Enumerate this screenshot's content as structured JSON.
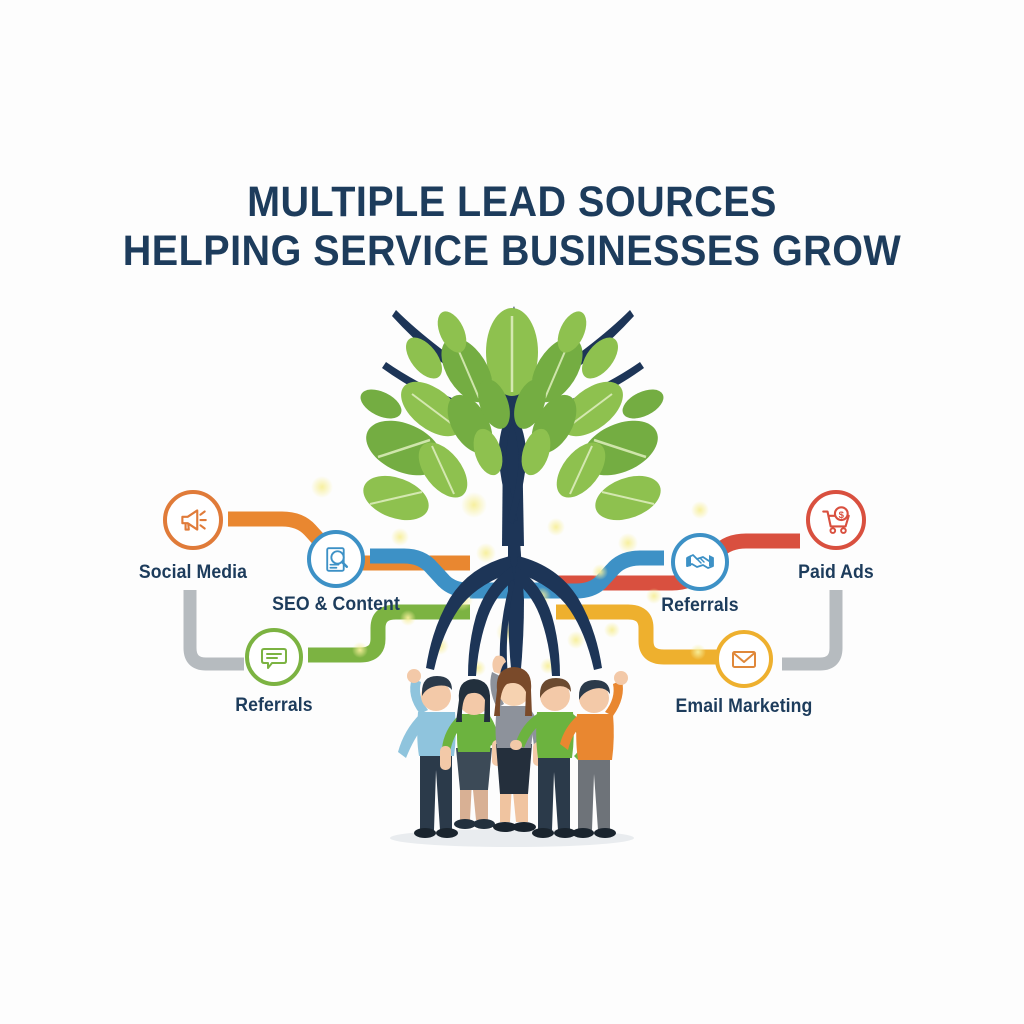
{
  "page": {
    "background_color": "#fdfdfd",
    "title_color": "#1d3c5c",
    "label_color": "#1d3c5c"
  },
  "title": {
    "line1": "MULTIPLE LEAD SOURCES",
    "line2": "HELPING SERVICE BUSINESSES GROW"
  },
  "central_graphic": {
    "name": "growth-tree",
    "trunk_color": "#1d3557",
    "leaf_color_light": "#8ec14f",
    "leaf_color_dark": "#74ad42",
    "glow_color": "#f5e9a8"
  },
  "people_group": {
    "name": "celebrating-team",
    "count": 5,
    "shirt_colors": [
      "#8fc4dd",
      "#6cb33f",
      "#8d929b",
      "#6cb33f",
      "#e98730"
    ],
    "skin_color": "#f3c9a8",
    "hair_colors": [
      "#2b3a4a",
      "#22303d",
      "#7a4a2a",
      "#6b4a30",
      "#2b3a4a"
    ],
    "pants_colors": [
      "#2b3a4a",
      "#3c4a57",
      "#242f3c",
      "#2b3a4a",
      "#6e7379"
    ]
  },
  "connectors": [
    {
      "name": "orange-ribbon",
      "color": "#e98730",
      "from": "social-media",
      "to": "tree-roots"
    },
    {
      "name": "blue-ribbon",
      "color": "#3d91c6",
      "from": "seo-content",
      "to": "tree-roots"
    },
    {
      "name": "red-ribbon",
      "color": "#d9503f",
      "from": "paid-ads",
      "to": "tree-roots"
    },
    {
      "name": "blue-ribbon-right",
      "color": "#3d91c6",
      "from": "referrals-right",
      "to": "tree-roots"
    },
    {
      "name": "green-ribbon",
      "color": "#7cb342",
      "from": "referrals-left",
      "to": "tree-roots"
    },
    {
      "name": "yellow-ribbon",
      "color": "#eeb02e",
      "from": "email-marketing",
      "to": "tree-roots"
    },
    {
      "name": "gray-connector-left",
      "color": "#b6bbbf",
      "from": "social-media",
      "to": "referrals-left"
    },
    {
      "name": "gray-connector-right",
      "color": "#b6bbbf",
      "from": "paid-ads",
      "to": "email-marketing"
    }
  ],
  "nodes": [
    {
      "id": "social-media",
      "label": "Social Media",
      "icon": "megaphone-icon",
      "color": "#e07b39",
      "row": "upper",
      "side": "left"
    },
    {
      "id": "seo-content",
      "label": "SEO & Content",
      "icon": "document-search-icon",
      "color": "#3d91c6",
      "row": "upper",
      "side": "left"
    },
    {
      "id": "referrals-right",
      "label": "Referrals",
      "icon": "handshake-icon",
      "color": "#3d91c6",
      "row": "upper",
      "side": "right"
    },
    {
      "id": "paid-ads",
      "label": "Paid Ads",
      "icon": "shopping-cart-dollar-icon",
      "color": "#d9503f",
      "row": "upper",
      "side": "right"
    },
    {
      "id": "referrals-left",
      "label": "Referrals",
      "icon": "speech-bubble-icon",
      "color": "#7cb342",
      "row": "lower",
      "side": "left"
    },
    {
      "id": "email-marketing",
      "label": "Email Marketing",
      "icon": "envelope-icon",
      "color": "#eeb02e",
      "row": "lower",
      "side": "right"
    }
  ]
}
